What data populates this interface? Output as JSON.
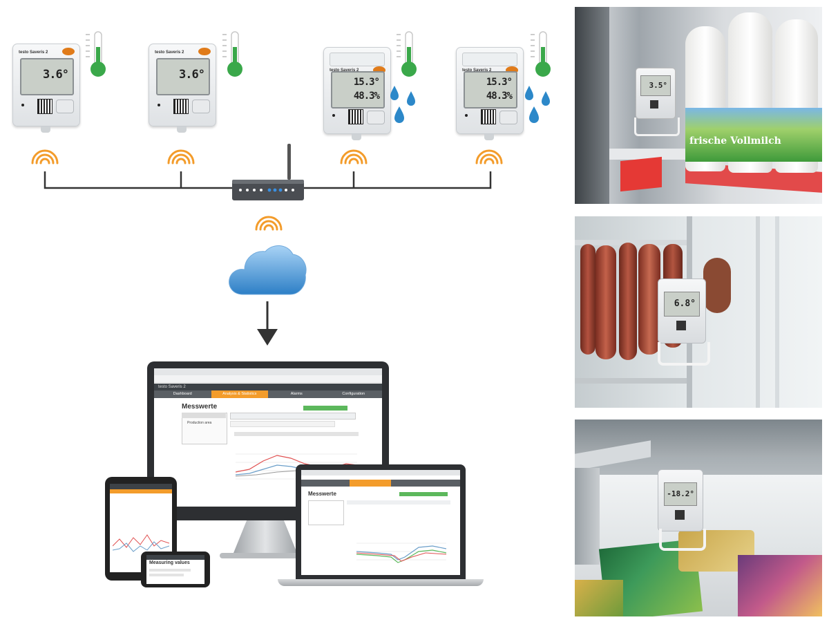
{
  "loggers": [
    {
      "brand": "testo Saveris 2",
      "values": [
        "3.6°"
      ]
    },
    {
      "brand": "testo Saveris 2",
      "values": [
        "3.6°"
      ]
    },
    {
      "brand": "testo Saveris 2",
      "values": [
        "15.3°",
        "48.3%"
      ]
    },
    {
      "brand": "testo Saveris 2",
      "values": [
        "15.3°",
        "48.3%"
      ]
    }
  ],
  "software": {
    "app_title": "testo Saveris 2",
    "tabs": [
      "Dashboard",
      "Analysis & Statistics",
      "Alarms",
      "Configuration"
    ],
    "page_heading": "Messwerte",
    "phone_heading": "Measuring values",
    "tree_item": "Production area"
  },
  "photos": [
    {
      "scene": "milk-shelf",
      "display": "3.5°",
      "bottle_label": "frische Vollmilch"
    },
    {
      "scene": "sausage-cold-room",
      "display": "6.8°"
    },
    {
      "scene": "freezer-chest",
      "display": "-18.2°"
    }
  ],
  "colors": {
    "accent": "#f39c2b",
    "thermo_green": "#3aa84a",
    "cloud_blue": "#2d7fc6",
    "line": "#333333",
    "drop_blue": "#2c88c9"
  }
}
